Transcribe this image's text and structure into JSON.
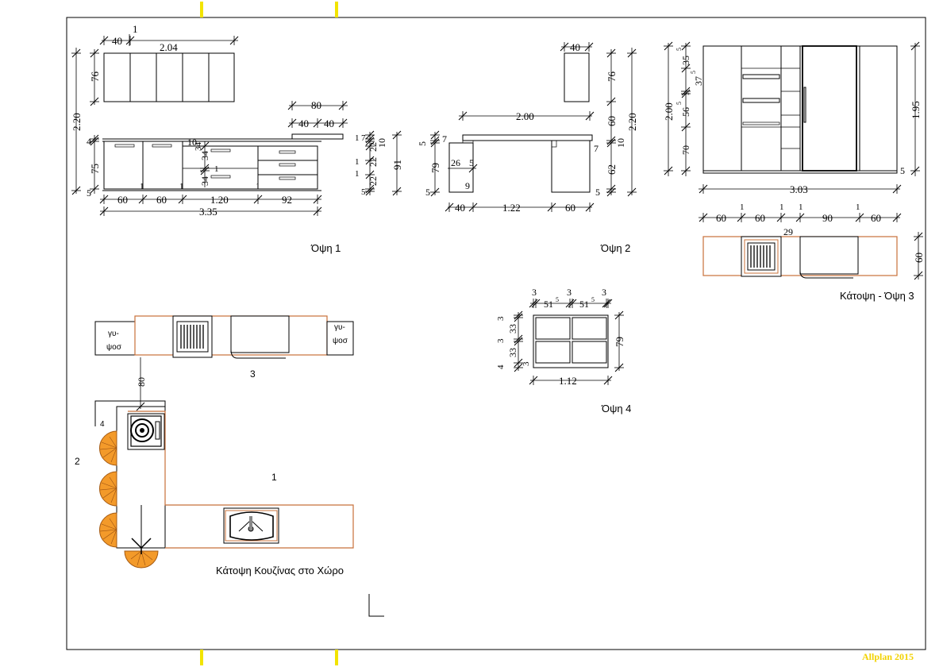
{
  "colors": {
    "orange": "#c8703a",
    "stool": "#f39a2a",
    "marker": "#f2e400",
    "watermark": "#f2d200"
  },
  "icons": [
    "cooktop-icon",
    "sink-icon",
    "oven-icon",
    "fridge-icon",
    "stool-icon",
    "dimension-tick-icon"
  ],
  "labels": {
    "view1": "Όψη 1",
    "view2": "Όψη 2",
    "view3": "Κάτοψη - Όψη 3",
    "view4": "Όψη 4",
    "plan": "Κάτοψη Κουζίνας στο Χώρο",
    "gypsum_left_1": "γυ-",
    "gypsum_left_2": "ψοσ",
    "gypsum_right_1": "γυ-",
    "gypsum_right_2": "ψοσ",
    "num_1": "1",
    "num_2": "2",
    "num_3": "3",
    "num_4": "4",
    "watermark": "Allplan 2015"
  },
  "view1": {
    "d_1": "1",
    "d_40": "40",
    "d_204": "2.04",
    "d_76": "76",
    "d_220": "2.20",
    "d_4": "4",
    "d_75": "75",
    "d_5": "5",
    "d_10": "10",
    "d_34a": "34",
    "d_34b": "34",
    "d_1b": "1",
    "d_34c": "34",
    "d_1m1": "1",
    "d_1m2": "1",
    "d_1m3": "1",
    "d_60a": "60",
    "d_60b": "60",
    "d_120": "1.20",
    "d_92": "92",
    "d_335": "3.35",
    "d_80": "80",
    "d_40a": "40",
    "d_40b": "40",
    "s_1a": "1",
    "s_7": "7",
    "s_1b": "1",
    "s_1c": "1",
    "s_22a": "22",
    "s_22b": "22",
    "s_22c": "22",
    "s_10": "10",
    "s_5": "5",
    "s_91": "91"
  },
  "view2": {
    "d_40top": "40",
    "d_76": "76",
    "d_60": "60",
    "d_220": "2.20",
    "d_200": "2.00",
    "d_5": "5",
    "d_7a": "7",
    "d_7b": "7",
    "d_10": "10",
    "d_79": "79",
    "d_26": "26",
    "d_5b": "5",
    "d_9": "9",
    "d_62": "62",
    "d_5c": "5",
    "d_5d": "5",
    "d_40": "40",
    "d_122": "1.22",
    "d_60b": "60"
  },
  "view3": {
    "d_200": "2.00",
    "d_35": "35",
    "d_35sup": "5",
    "d_37": "37",
    "d_37sup": "5",
    "d_1": "1",
    "d_56": "56",
    "d_56sup": "5",
    "d_70": "70",
    "d_195": "1.95",
    "d_5": "5",
    "d_303": "3.03",
    "p_1a": "1",
    "p_1b": "1",
    "p_1c": "1",
    "p_1d": "1",
    "p_60a": "60",
    "p_60b": "60",
    "p_90": "90",
    "p_60c": "60",
    "p_29": "29",
    "p_60d": "60"
  },
  "view4": {
    "t_3a": "3",
    "t_3b": "3",
    "t_3c": "3",
    "w_51a": "51",
    "w_51a_sup": "5",
    "w_51b": "51",
    "w_51b_sup": "5",
    "l_3a": "3",
    "l_33a": "33",
    "l_3b": "3",
    "l_33b": "33",
    "l_3c": "3",
    "l_4": "4",
    "h_79": "79",
    "w_112": "1.12"
  },
  "plan": {
    "d_80": "80"
  }
}
